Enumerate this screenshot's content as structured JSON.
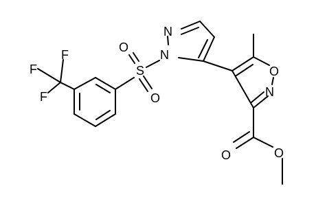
{
  "molecule": {
    "atoms": [
      {
        "id": "F1",
        "element": "F",
        "label": "F"
      },
      {
        "id": "F2",
        "element": "F",
        "label": "F"
      },
      {
        "id": "F3",
        "element": "F",
        "label": "F"
      },
      {
        "id": "S",
        "element": "S",
        "label": "S"
      },
      {
        "id": "O_s1",
        "element": "O",
        "label": "O"
      },
      {
        "id": "O_s2",
        "element": "O",
        "label": "O"
      },
      {
        "id": "N_pyr1",
        "element": "N",
        "label": "N"
      },
      {
        "id": "N_pyr2",
        "element": "N",
        "label": "N"
      },
      {
        "id": "O_iso",
        "element": "O",
        "label": "O"
      },
      {
        "id": "N_iso",
        "element": "N",
        "label": "N"
      },
      {
        "id": "O_carbonyl",
        "element": "O",
        "label": "O"
      },
      {
        "id": "O_ester",
        "element": "O",
        "label": "O"
      }
    ],
    "bond_color": "#000000",
    "label_color": "#000000",
    "background": "#ffffff"
  }
}
